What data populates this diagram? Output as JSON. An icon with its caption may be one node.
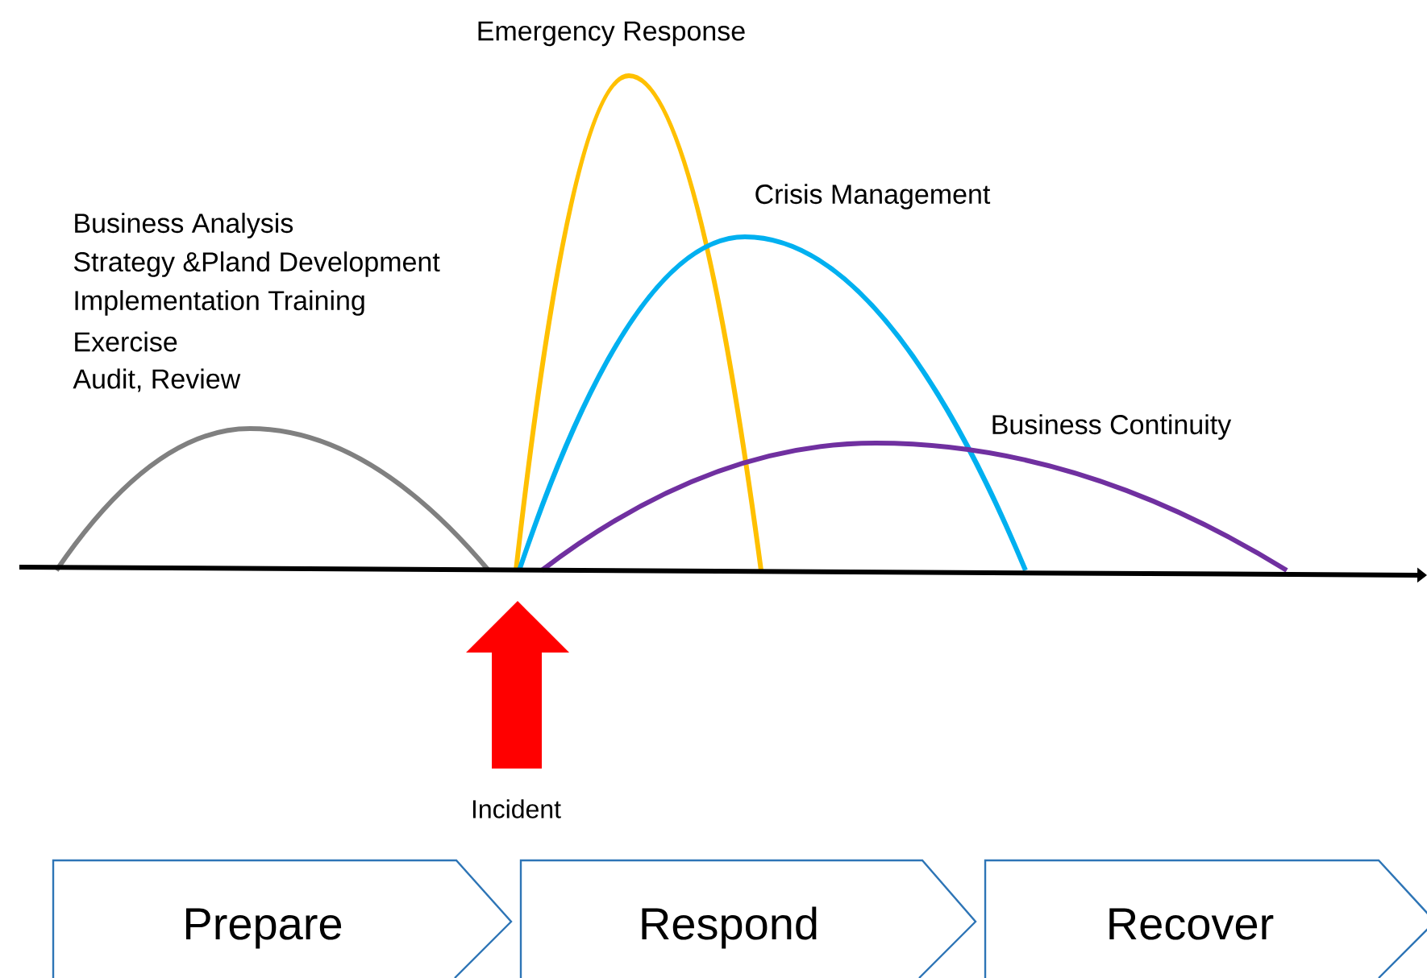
{
  "diagram": {
    "nodes": [
      {
        "text": [
          "Prepare"
        ]
      },
      {
        "text": [
          "Respond"
        ]
      },
      {
        "text": [
          "Recover"
        ]
      }
    ],
    "labels": [
      "Emergency Response",
      "Crisis Management",
      "Business Analysis",
      "Strategy &Pland Development",
      "Implementation Training",
      "Exercise",
      "Audit, Review",
      "Business Continuity",
      "Incident"
    ]
  }
}
